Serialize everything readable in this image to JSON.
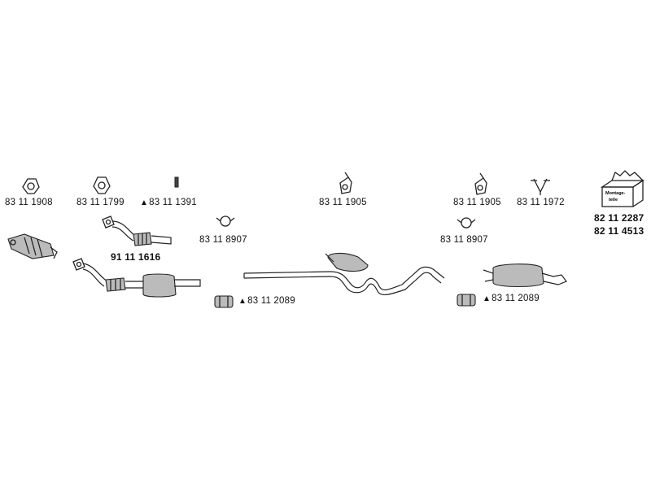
{
  "parts": [
    {
      "id": "gasket-1",
      "number": "83 11 1908",
      "bold": false,
      "warning": false
    },
    {
      "id": "gasket-2",
      "number": "83 11 1799",
      "bold": false,
      "warning": false
    },
    {
      "id": "bolt",
      "number": "83 11 1391",
      "bold": false,
      "warning": true
    },
    {
      "id": "rubber-mount-1",
      "number": "83 11 1905",
      "bold": false,
      "warning": false
    },
    {
      "id": "rubber-mount-2",
      "number": "83 11 1905",
      "bold": false,
      "warning": false
    },
    {
      "id": "hanger",
      "number": "83 11 1972",
      "bold": false,
      "warning": false
    },
    {
      "id": "kit-1",
      "number": "82 11 2287",
      "bold": true,
      "warning": false
    },
    {
      "id": "kit-2",
      "number": "82 11 4513",
      "bold": true,
      "warning": false
    },
    {
      "id": "clamp-1",
      "number": "83 11 8907",
      "bold": false,
      "warning": false
    },
    {
      "id": "clamp-2",
      "number": "83 11 8907",
      "bold": false,
      "warning": false
    },
    {
      "id": "front-pipe",
      "number": "91 11 1616",
      "bold": true,
      "warning": false
    },
    {
      "id": "connector-1",
      "number": "83 11 2089",
      "bold": false,
      "warning": true
    },
    {
      "id": "connector-2",
      "number": "83 11 2089",
      "bold": false,
      "warning": true
    }
  ],
  "warning_symbol": "▲",
  "kit_box_text": [
    "Montage-",
    "teile"
  ]
}
